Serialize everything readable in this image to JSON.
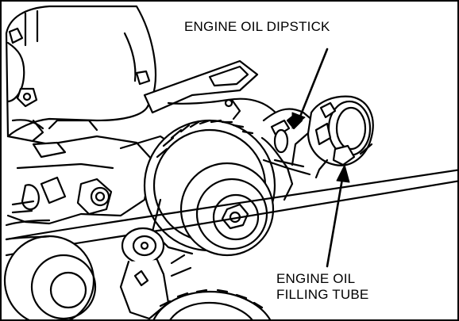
{
  "diagram": {
    "labels": {
      "dipstick": "ENGINE OIL DIPSTICK",
      "filling_tube_line1": "ENGINE OIL",
      "filling_tube_line2": "FILLING TUBE"
    },
    "colors": {
      "line": "#000000",
      "background": "#ffffff",
      "fill": "#ffffff"
    }
  }
}
